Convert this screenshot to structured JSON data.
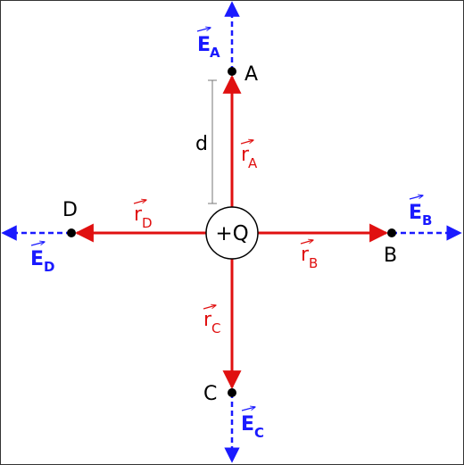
{
  "charge": {
    "label": "+Q"
  },
  "points": {
    "A": {
      "label": "A"
    },
    "B": {
      "label": "B"
    },
    "C": {
      "label": "C"
    },
    "D": {
      "label": "D"
    }
  },
  "distance": {
    "label": "d"
  },
  "position_vectors": {
    "A": {
      "symbol": "r",
      "subscript": "A"
    },
    "B": {
      "symbol": "r",
      "subscript": "B"
    },
    "C": {
      "symbol": "r",
      "subscript": "C"
    },
    "D": {
      "symbol": "r",
      "subscript": "D"
    }
  },
  "field_vectors": {
    "A": {
      "symbol": "E",
      "subscript": "A"
    },
    "B": {
      "symbol": "E",
      "subscript": "B"
    },
    "C": {
      "symbol": "E",
      "subscript": "C"
    },
    "D": {
      "symbol": "E",
      "subscript": "D"
    }
  },
  "colors": {
    "position_vector": "#e01010",
    "field_vector": "#1a1aff",
    "point": "#000000",
    "dimension_line": "#777777",
    "border": "#333333"
  }
}
